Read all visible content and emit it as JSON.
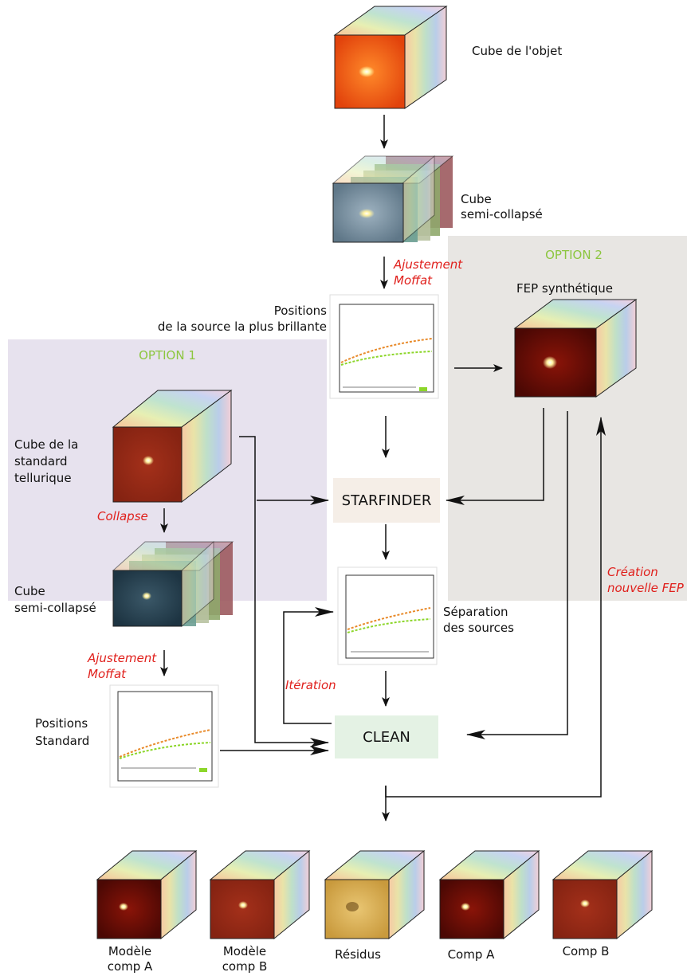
{
  "options": {
    "option1_title": "OPTION 1",
    "option2_title": "OPTION 2"
  },
  "labels": {
    "cube_objet": "Cube de l'objet",
    "cube_semi_top_1": "Cube",
    "cube_semi_top_2": "semi-collapsé",
    "ajustement_top_1": "Ajustement",
    "ajustement_top_2": "Moffat",
    "positions_top_1": "Positions",
    "positions_top_2": "de la source la plus brillante",
    "fep_synthetique": "FEP synthétique",
    "cube_standard_1": "Cube de la",
    "cube_standard_2": "standard",
    "cube_standard_3": "tellurique",
    "collapse": "Collapse",
    "cube_semi_left_1": "Cube",
    "cube_semi_left_2": "semi-collapsé",
    "ajustement_left_1": "Ajustement",
    "ajustement_left_2": "Moffat",
    "positions_std_1": "Positions",
    "positions_std_2": "Standard",
    "separation_1": "Séparation",
    "separation_2": "des sources",
    "iteration": "Itération",
    "creation_1": "Création",
    "creation_2": "nouvelle FEP"
  },
  "process": {
    "starfinder": "STARFINDER",
    "clean": "CLEAN"
  },
  "outputs": [
    {
      "line1": "Modèle",
      "line2": "comp A"
    },
    {
      "line1": "Modèle",
      "line2": "comp B"
    },
    {
      "line1": "Résidus",
      "line2": ""
    },
    {
      "line1": "Comp A",
      "line2": ""
    },
    {
      "line1": "Comp B",
      "line2": ""
    }
  ],
  "colors": {
    "option1_bg": "#e7e2ee",
    "option2_bg": "#e8e6e3",
    "starfinder_bg": "#f5eee7",
    "clean_bg": "#e4f2e4",
    "option_title": "#8cc63f",
    "red_label": "#e0201c"
  }
}
